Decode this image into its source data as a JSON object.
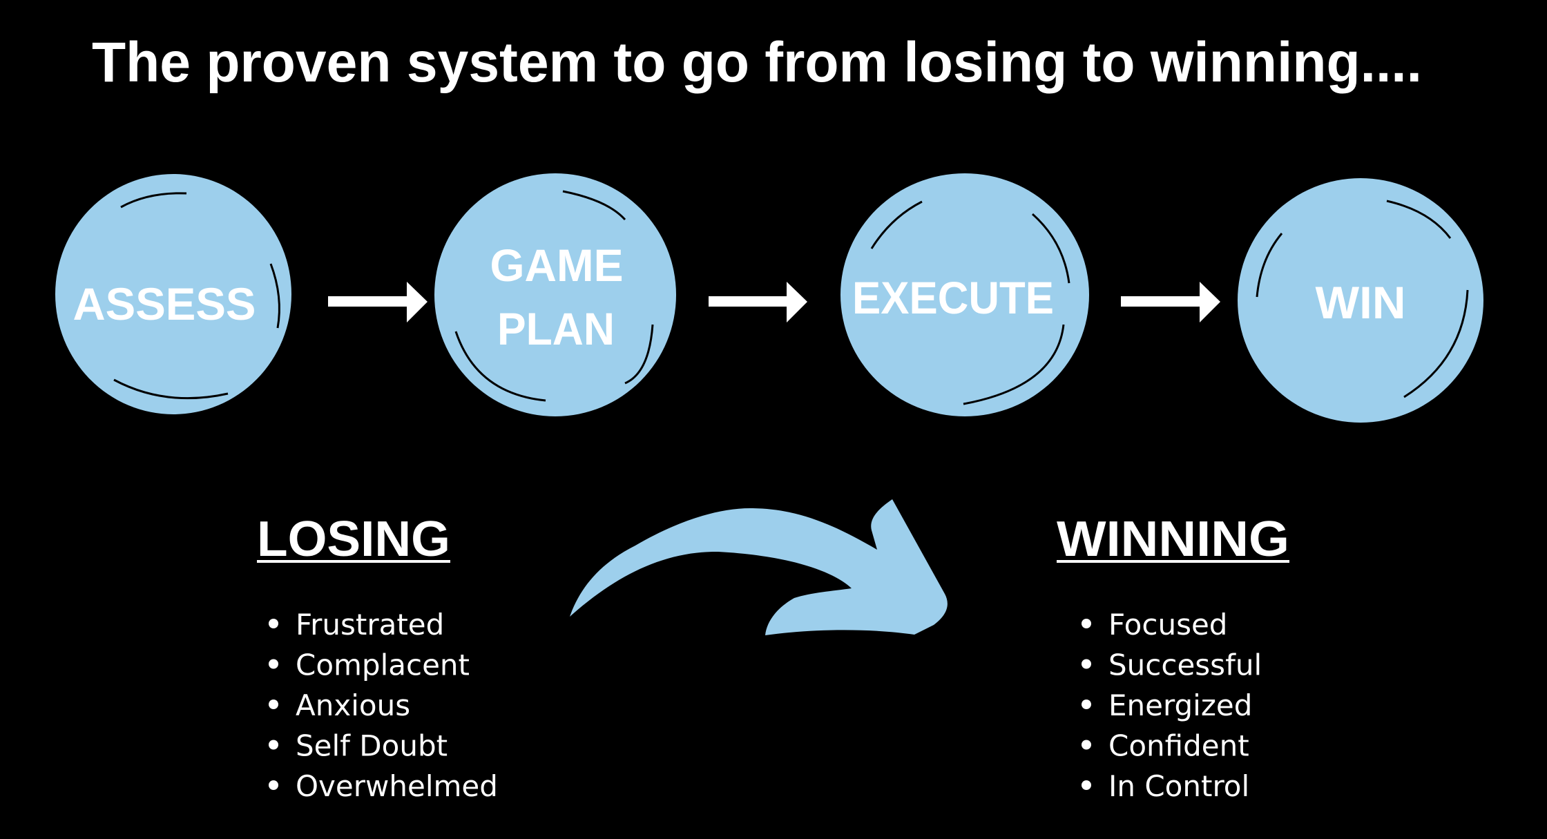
{
  "title": "The proven system to go from losing to winning....",
  "colors": {
    "background": "#000000",
    "circle_fill": "#9DCFEC",
    "text": "#FFFFFF",
    "flow_arrow": "#FFFFFF",
    "curved_arrow": "#9DCFEC"
  },
  "steps": [
    {
      "lines": [
        "ASSESS"
      ]
    },
    {
      "lines": [
        "GAME",
        "PLAN"
      ]
    },
    {
      "lines": [
        "EXECUTE"
      ]
    },
    {
      "lines": [
        "WIN"
      ]
    }
  ],
  "flow_arrow_icon": "right-arrow-icon",
  "transition_icon": "curved-arrow-icon",
  "losing": {
    "heading": "LOSING",
    "items": [
      "Frustrated",
      "Complacent",
      "Anxious",
      "Self Doubt",
      "Overwhelmed"
    ]
  },
  "winning": {
    "heading": "WINNING",
    "items": [
      "Focused",
      "Successful",
      "Energized",
      "Confident",
      "In Control"
    ]
  },
  "bullet_icon": "bullet-dot-icon"
}
